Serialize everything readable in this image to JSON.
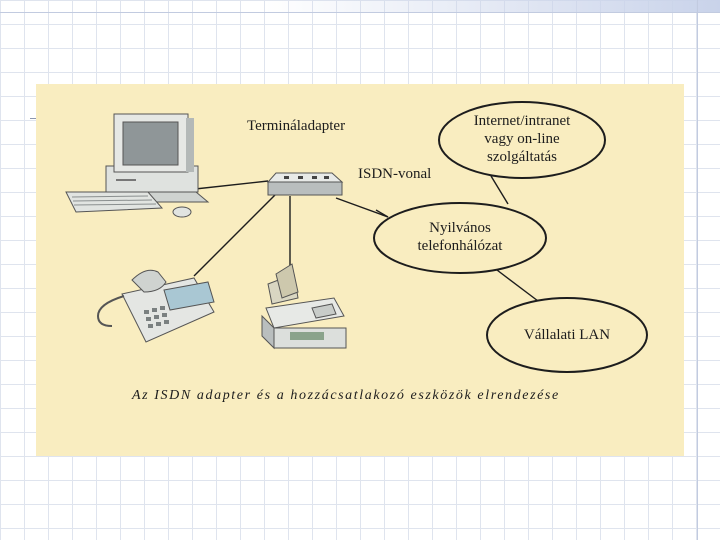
{
  "diagram": {
    "labels": {
      "terminal_adapter": "Termináladapter",
      "isdn_line": "ISDN-vonal",
      "internet_line1": "Internet/intranet",
      "internet_line2": "vagy on-line",
      "internet_line3": "szolgáltatás",
      "public_net_line1": "Nyilvános",
      "public_net_line2": "telefonhálózat",
      "corporate_lan": "Vállalati LAN"
    },
    "caption": "Az ISDN adapter és a hozzácsatlakozó eszközök elrendezése"
  },
  "colors": {
    "panel_background": "#f9edc0",
    "line": "#1d1d1d",
    "device_light": "#e9ebe8",
    "device_shadow": "#9aa0a0"
  },
  "icons": [
    "desktop-computer-icon",
    "keyboard-icon",
    "mouse-icon",
    "terminal-adapter-icon",
    "telephone-fax-icon",
    "printer-icon"
  ]
}
